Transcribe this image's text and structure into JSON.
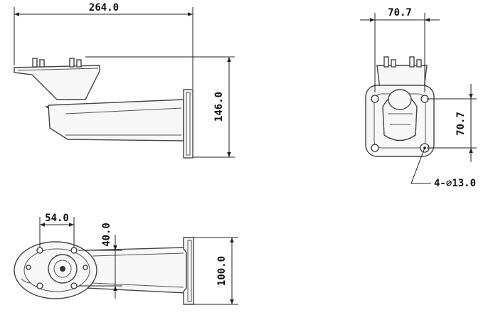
{
  "dimensions": {
    "side_total_width": "264.0",
    "side_total_height": "146.0",
    "rear_mount_width": "70.7",
    "rear_mount_height": "70.7",
    "rear_hole_spec": "4-∅13.0",
    "top_offset_54": "54.0",
    "top_offset_40": "40.0",
    "top_base_width": "100.0"
  },
  "colors": {
    "line": "#333333",
    "fill": "#f7f7f7",
    "text": "#111111"
  }
}
